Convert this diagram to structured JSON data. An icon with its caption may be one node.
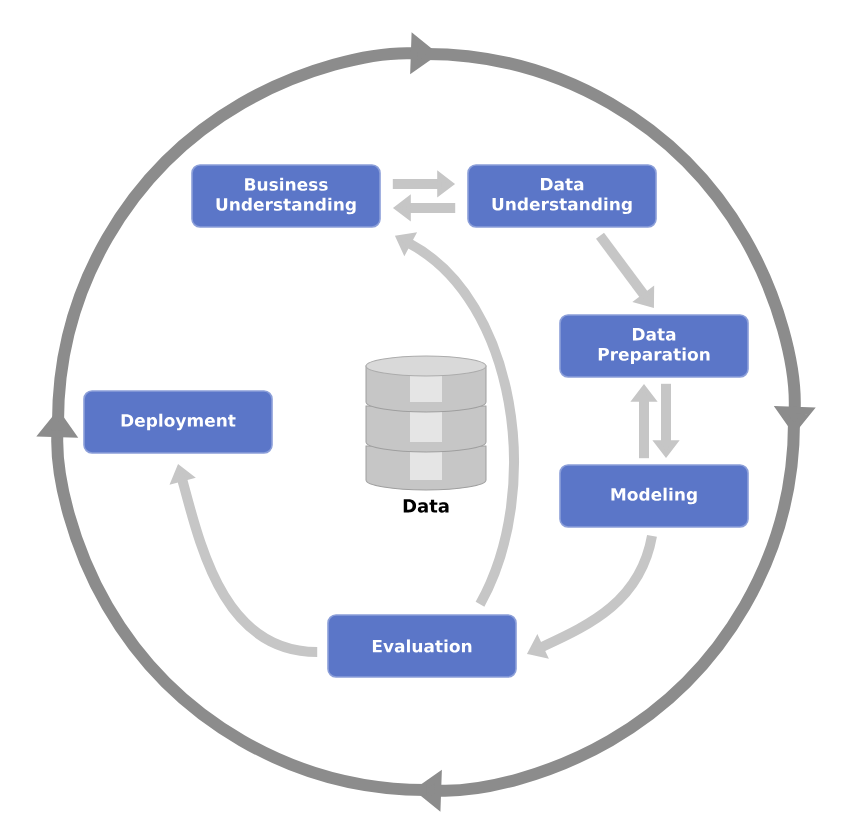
{
  "diagram": {
    "nodes": [
      {
        "text": [
          "Business Understanding"
        ]
      },
      {
        "text": [
          "Data Understanding"
        ]
      },
      {
        "text": [
          "Data Preparation"
        ]
      },
      {
        "text": [
          "Deployment"
        ]
      },
      {
        "text": [
          "Modeling"
        ]
      },
      {
        "text": [
          "Evaluation"
        ]
      }
    ],
    "edges": [
      {
        "from": 0,
        "to": 1,
        "arrow": "to"
      },
      {
        "from": 1,
        "to": 0,
        "arrow": "to"
      },
      {
        "from": 1,
        "to": 2,
        "arrow": "to"
      },
      {
        "from": 2,
        "to": 4,
        "arrow": "to"
      },
      {
        "from": 4,
        "to": 2,
        "arrow": "to"
      },
      {
        "from": 4,
        "to": 5,
        "arrow": "to"
      },
      {
        "from": 5,
        "to": 0,
        "arrow": "to"
      },
      {
        "from": 5,
        "to": 3,
        "arrow": "to"
      }
    ],
    "labels": [
      "Data"
    ]
  }
}
